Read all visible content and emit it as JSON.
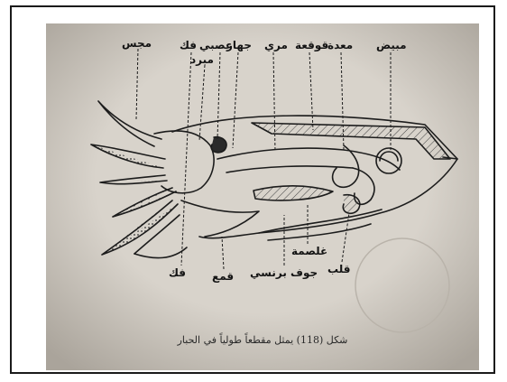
{
  "figure": {
    "labels": {
      "mims": "مجس",
      "fak_top": "فك",
      "asabi": "عصبي",
      "jihaz": "جهاز",
      "marri": "مري",
      "qawqaa": "قوقعة",
      "maida": "معدة",
      "mibyad": "مبيض",
      "mabrad": "مبرد",
      "fak_bottom": "فك",
      "qumu": "قمع",
      "jawf_barnisi": "جوف برنسي",
      "ghalsama": "غلصمة",
      "qalb": "قلب"
    },
    "caption": "شكل (118) يمثل مقطعاً طولياً في الحبار"
  }
}
